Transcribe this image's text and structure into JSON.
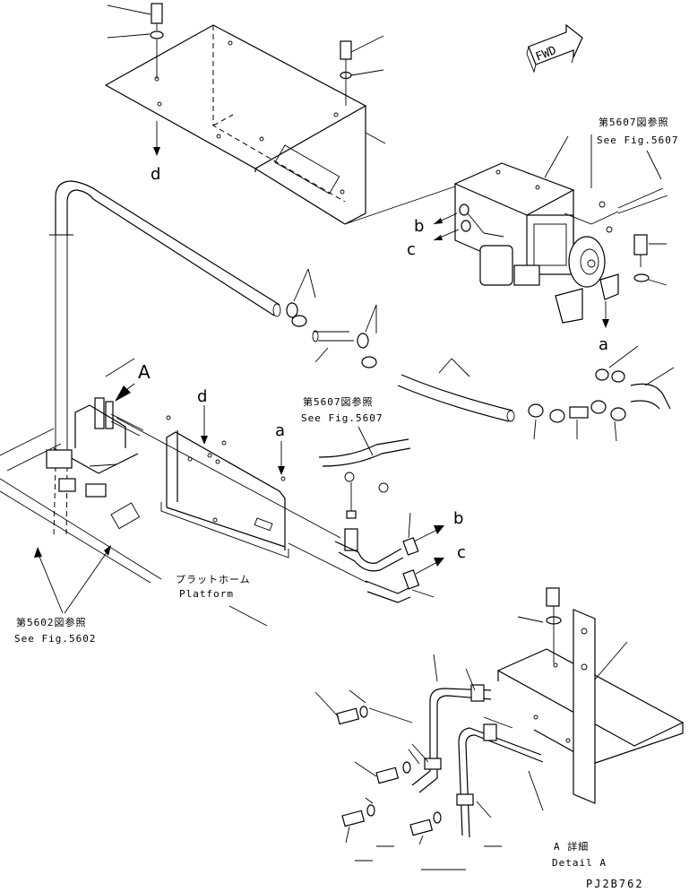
{
  "labels": {
    "fwd": "FWD",
    "ref_5607_top_jp": "第5607図参照",
    "ref_5607_top_en": "See Fig.5607",
    "ref_5607_mid_jp": "第5607図参照",
    "ref_5607_mid_en": "See Fig.5607",
    "ref_5602_jp": "第5602図参照",
    "ref_5602_en": "See Fig.5602",
    "platform_jp": "プラットホーム",
    "platform_en": "Platform",
    "detail_jp": "A 詳細",
    "detail_en": "Detail A",
    "view_a": "A",
    "d_top": "d",
    "d_mid": "d",
    "a_mid": "a",
    "a_right": "a",
    "b_upper": "b",
    "c_upper": "c",
    "b_lower": "b",
    "c_lower": "c",
    "drawing_code": "PJ2B762"
  }
}
